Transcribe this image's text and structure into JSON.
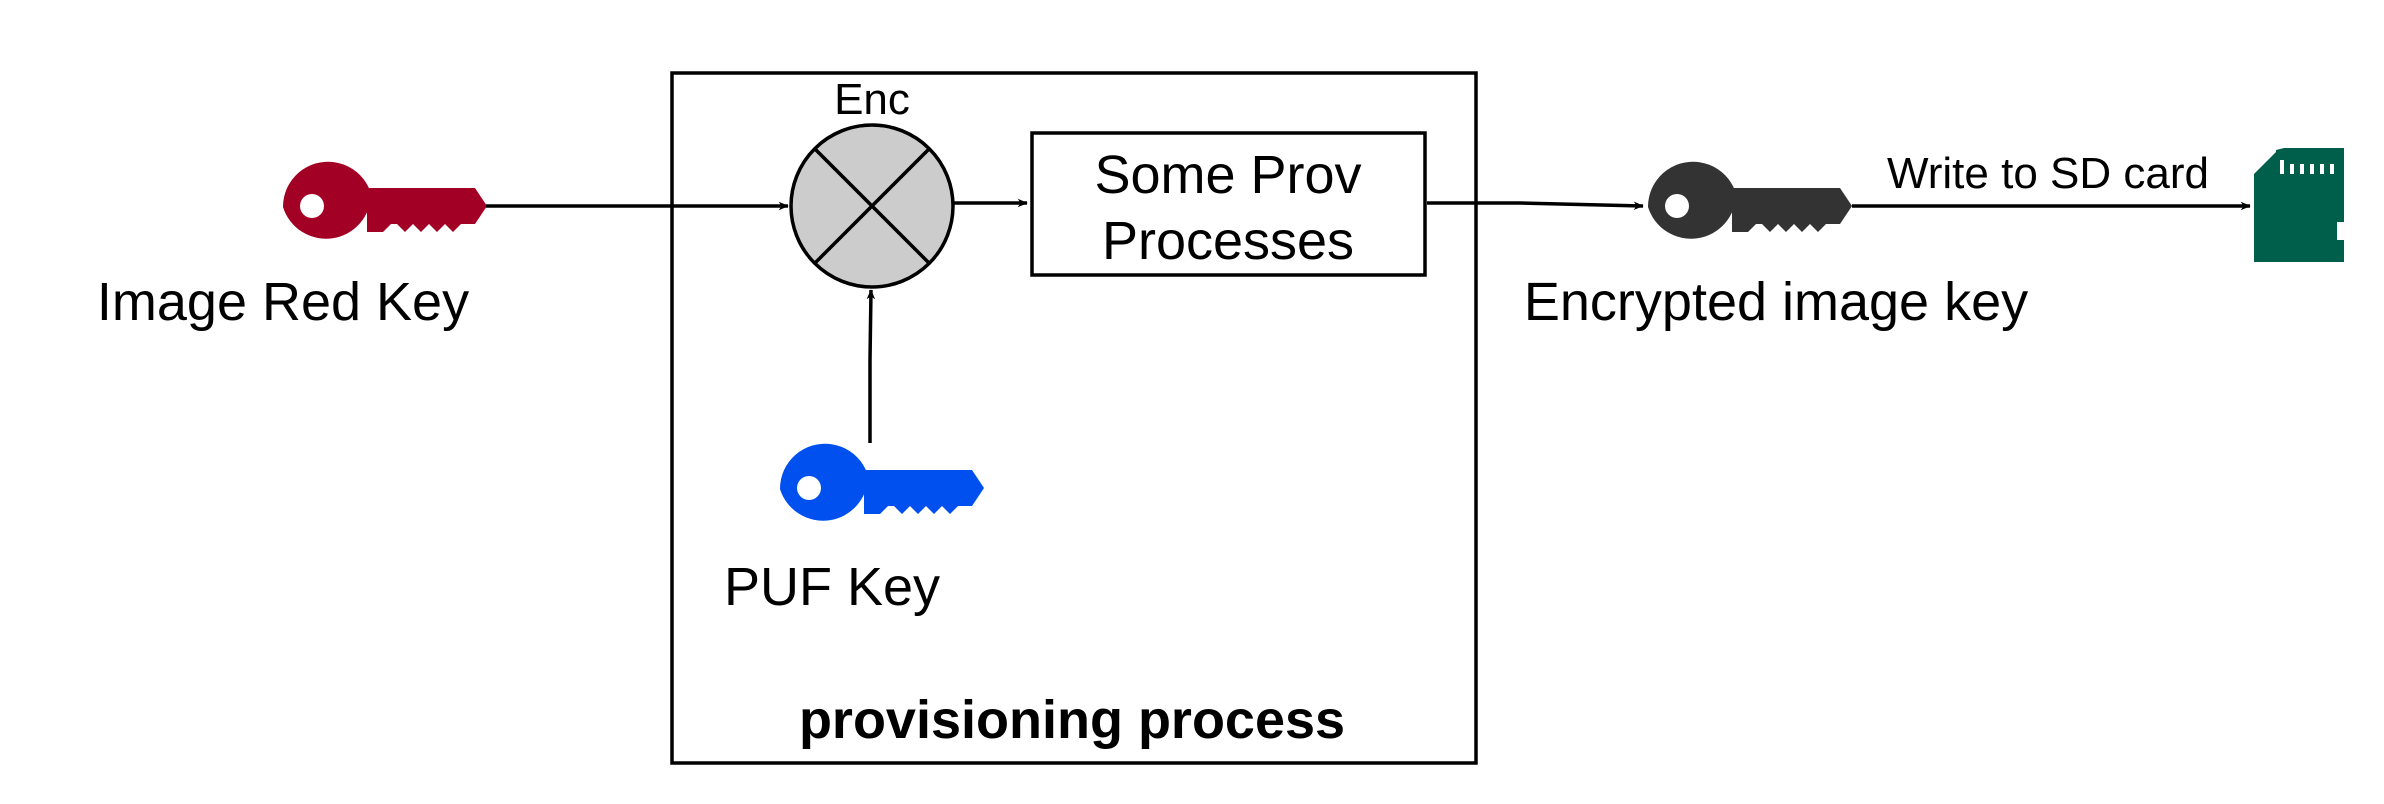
{
  "labels": {
    "image_red_key": "Image Red Key",
    "enc": "Enc",
    "prov_processes_line1": "Some Prov",
    "prov_processes_line2": "Processes",
    "puf_key": "PUF Key",
    "provisioning_process": "provisioning process",
    "encrypted_image_key": "Encrypted image key",
    "write_to_sd": "Write to SD card"
  },
  "colors": {
    "image_red_key": "#a20025",
    "puf_key": "#0050ef",
    "encrypted_image_key": "#333333",
    "sd_card": "#005f4b",
    "enc_fill": "#cccccc"
  },
  "icons": [
    "key-icon",
    "key-icon",
    "key-icon",
    "sd-card-icon"
  ]
}
